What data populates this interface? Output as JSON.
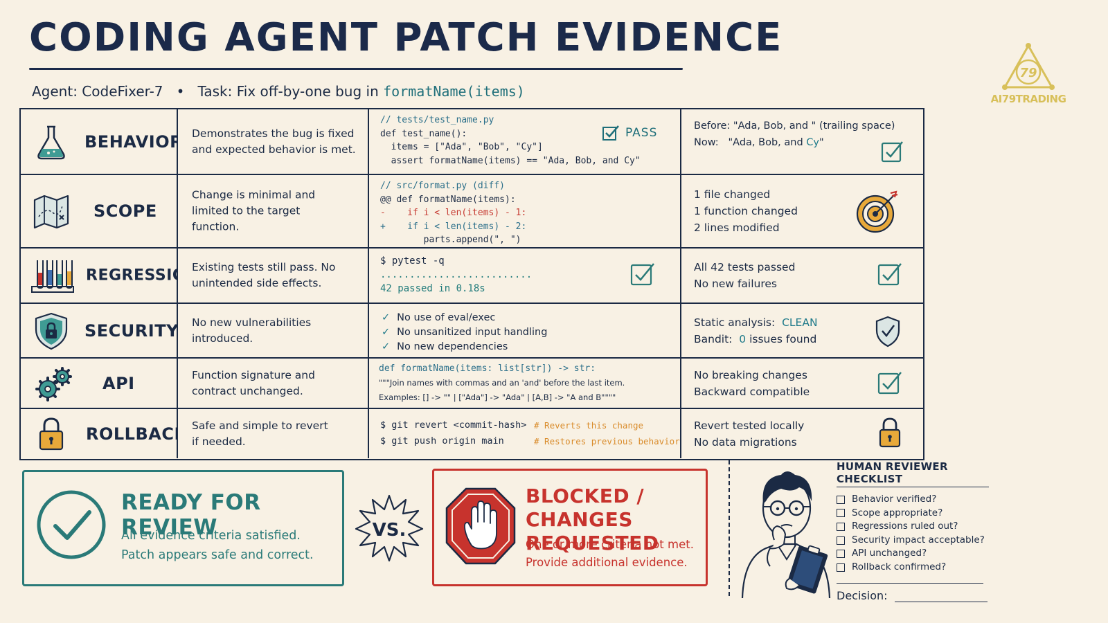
{
  "header": {
    "title": "CODING AGENT PATCH EVIDENCE",
    "agent_text": "Agent: CodeFixer-7",
    "separator": "•",
    "task_text": "Task: Fix off-by-one bug in",
    "task_fn": "formatName(items)"
  },
  "logo": {
    "number": "79",
    "text": "AI79TRADING"
  },
  "rows": [
    {
      "label": "BEHAVIOR",
      "icon": "flask-icon",
      "desc": "Demonstrates the bug is fixed and expected behavior is met.",
      "code": [
        "// tests/test_name.py",
        "def test_name():",
        "  items = [\"Ada\", \"Bob\", \"Cy\"]",
        "  assert formatName(items) == \"Ada, Bob, and Cy\""
      ],
      "badge": "PASS",
      "evidence": [
        "Before: \"Ada, Bob, and \" (trailing space)",
        "Now:   \"Ada, Bob, and ",
        "Cy",
        "\""
      ]
    },
    {
      "label": "SCOPE",
      "icon": "map-icon",
      "desc": "Change is minimal and limited to the target function.",
      "code": [
        "// src/format.py (diff)",
        "@@ def formatName(items):",
        "-    if i < len(items) - 1:",
        "+    if i < len(items) - 2:",
        "        parts.append(\", \")"
      ],
      "evidence": [
        "1 file changed",
        "1 function changed",
        "2 lines modified"
      ]
    },
    {
      "label": "REGRESSION",
      "icon": "test-tubes-icon",
      "desc": "Existing tests still pass. No unintended side effects.",
      "code": [
        "$ pytest -q",
        "..........................",
        "42 passed in 0.18s"
      ],
      "evidence": [
        "All 42 tests passed",
        "No new failures"
      ]
    },
    {
      "label": "SECURITY",
      "icon": "shield-lock-icon",
      "desc": "No new vulnerabilities introduced.",
      "checks": [
        "No use of eval/exec",
        "No unsanitized input handling",
        "No new dependencies"
      ],
      "evidence": [
        "Static analysis:",
        "CLEAN",
        "Bandit:",
        "0",
        "issues found"
      ]
    },
    {
      "label": "API",
      "icon": "gears-icon",
      "desc": "Function signature and contract unchanged.",
      "code": [
        "def formatName(items: list[str]) -> str:",
        "\"\"\"Join names with commas and an 'and' before the last item.",
        "Examples: [] -> \"\" | [\"Ada\"] -> \"Ada\" | [A,B] -> \"A and B\"\"\"\""
      ],
      "evidence": [
        "No breaking changes",
        "Backward compatible"
      ]
    },
    {
      "label": "ROLLBACK",
      "icon": "padlock-icon",
      "desc": "Safe and simple to revert if needed.",
      "code": [
        "$ git revert <commit-hash>",
        "$ git push origin main"
      ],
      "notes": [
        "# Reverts this change",
        "# Restores previous behavior"
      ],
      "evidence": [
        "Revert tested locally",
        "No data migrations"
      ]
    }
  ],
  "ready": {
    "title": "READY FOR REVIEW",
    "line1": "All evidence criteria satisfied.",
    "line2": "Patch appears safe and correct."
  },
  "vs": "VS.",
  "blocked": {
    "title1": "BLOCKED /",
    "title2": "CHANGES REQUESTED",
    "line1": "One or more criteria not met.",
    "line2": "Provide additional evidence."
  },
  "checklist": {
    "title": "HUMAN REVIEWER CHECKLIST",
    "items": [
      "Behavior verified?",
      "Scope appropriate?",
      "Regressions ruled out?",
      "Security impact acceptable?",
      "API unchanged?",
      "Rollback confirmed?"
    ],
    "decision_label": "Decision:"
  },
  "colors": {
    "ink": "#1b2a44",
    "teal": "#2a7a78",
    "red": "#c7332d",
    "amber": "#d98b2a",
    "gold": "#d8c05a",
    "paper": "#f8f1e4"
  }
}
